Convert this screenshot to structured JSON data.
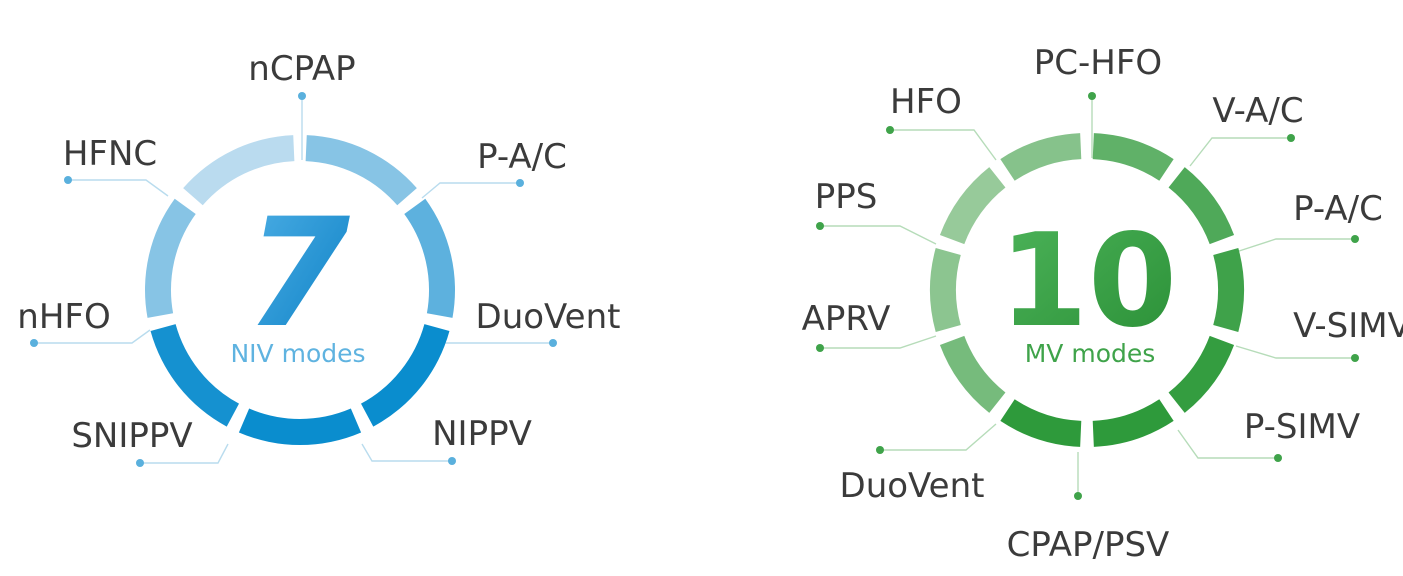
{
  "niv": {
    "count": "7",
    "caption": "NIV modes",
    "modes": [
      "nCPAP",
      "P-A/C",
      "DuoVent",
      "NIPPV",
      "SNIPPV",
      "nHFO",
      "HFNC"
    ],
    "colors": {
      "light": "#cfe4f3",
      "dark": "#0088cc",
      "number": "#1e8fd0",
      "caption": "#5fb3e0",
      "dot": "#5ab0dd",
      "line": "#b9dcee"
    }
  },
  "mv": {
    "count": "10",
    "caption": "MV modes",
    "modes": [
      "PC-HFO",
      "V-A/C",
      "P-A/C",
      "V-SIMV",
      "P-SIMV",
      "CPAP/PSV",
      "DuoVent",
      "APRV",
      "PPS",
      "HFO"
    ],
    "colors": {
      "light": "#9ccc9f",
      "dark": "#2e9a3b",
      "number": "#2e9a3b",
      "caption": "#3fa34a",
      "dot": "#3fa34a",
      "line": "#b6dcb9"
    }
  }
}
